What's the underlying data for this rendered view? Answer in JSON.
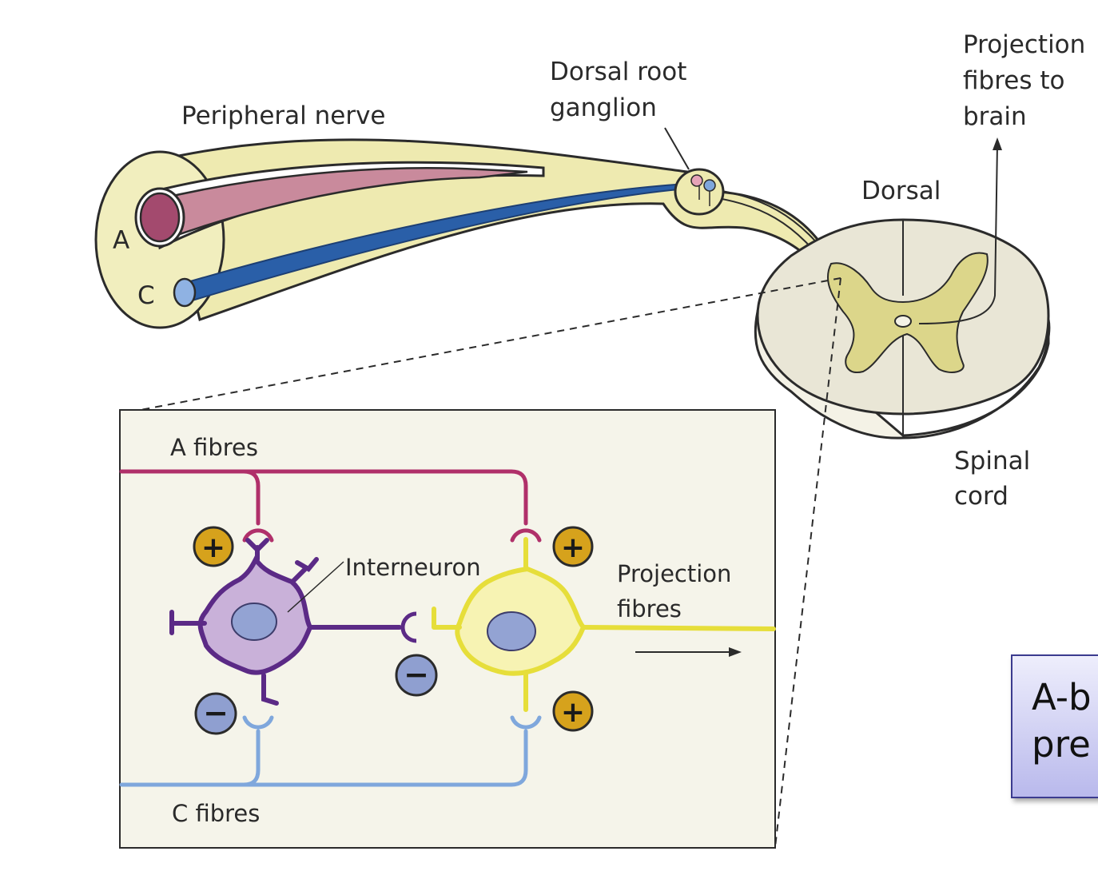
{
  "labels": {
    "peripheral_nerve": "Peripheral nerve",
    "dorsal_root_line1": "Dorsal root",
    "dorsal_root_line2": "ganglion",
    "projection_to_brain_line1": "Projection",
    "projection_to_brain_line2": "fibres to",
    "projection_to_brain_line3": "brain",
    "dorsal": "Dorsal",
    "spinal_cord_line1": "Spinal",
    "spinal_cord_line2": "cord",
    "fibre_a": "A",
    "fibre_c": "C"
  },
  "inset": {
    "a_fibres": "A fibres",
    "c_fibres": "C fibres",
    "interneuron": "Interneuron",
    "projection_fibres_line1": "Projection",
    "projection_fibres_line2": "fibres",
    "plus": "+",
    "minus": "−"
  },
  "callout": {
    "line1": "A-b",
    "line2": "pre"
  },
  "colors": {
    "a_fibre": "#b0306a",
    "c_fibre": "#7fa7dc",
    "interneuron": "#5b2a86",
    "projection_neuron": "#e6de3a",
    "nerve_sheath": "#eeeab0",
    "excitatory_badge": "#d6a21c",
    "inhibitory_badge": "#8f9fd0"
  }
}
